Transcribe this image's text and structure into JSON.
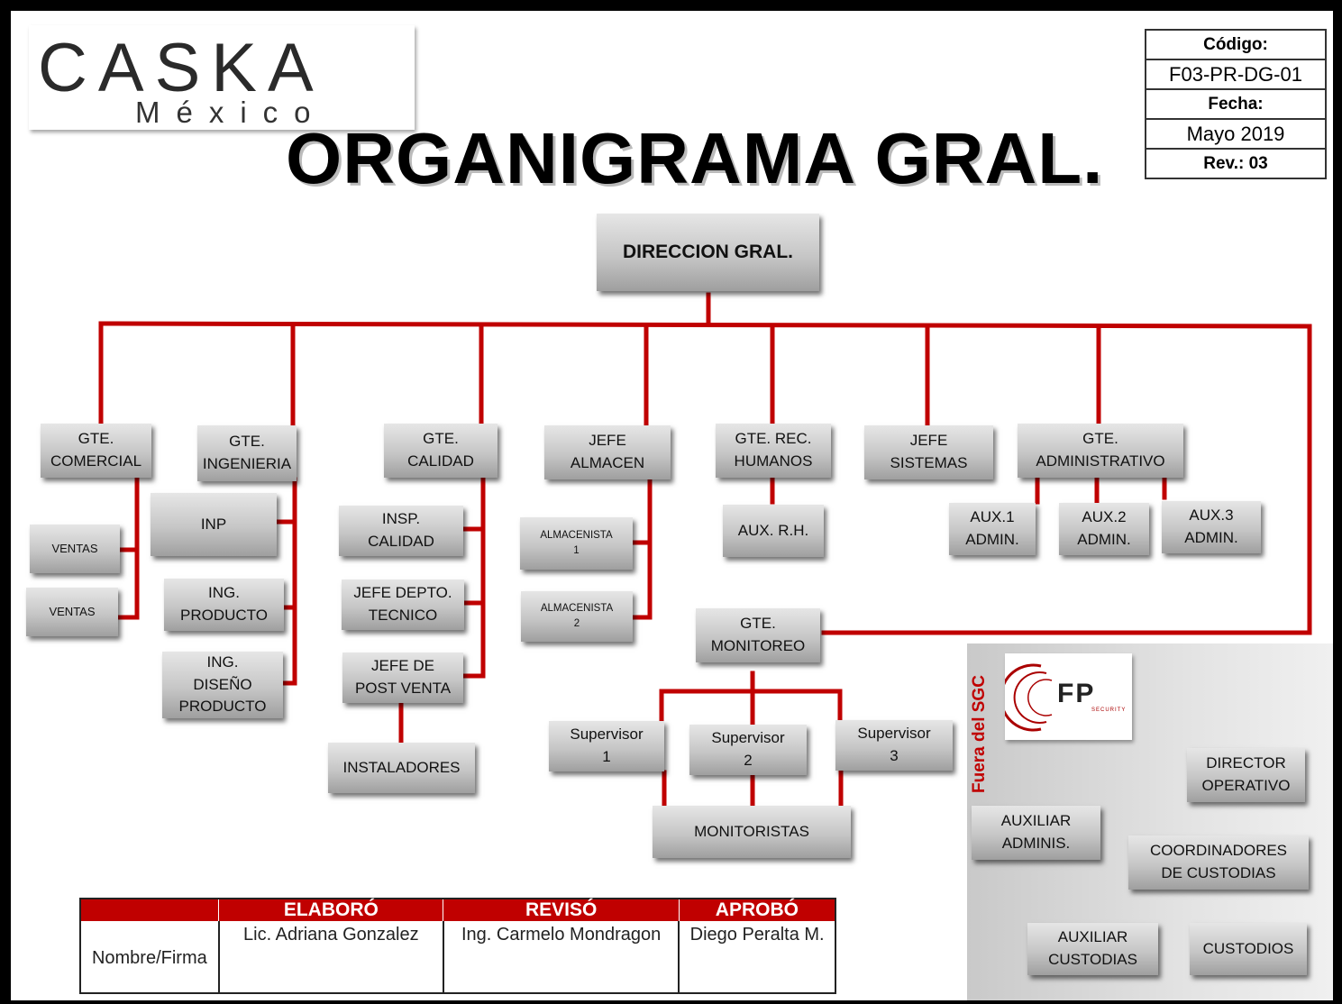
{
  "logo": {
    "word": "CASKA",
    "sub": "México"
  },
  "title": "ORGANIGRAMA GRAL.",
  "doc_info": {
    "codigo_label": "Código:",
    "codigo": "F03-PR-DG-01",
    "fecha_label": "Fecha:",
    "fecha": "Mayo 2019",
    "rev": "Rev.: 03"
  },
  "nodes": {
    "direccion": "DIRECCION GRAL.",
    "gte_comercial": "GTE.\nCOMERCIAL",
    "ventas_1": "VENTAS",
    "ventas_2": "VENTAS",
    "gte_ingenieria": "GTE.\nINGENIERIA",
    "inp": "INP",
    "ing_producto": "ING.\nPRODUCTO",
    "ing_diseno": "ING.\nDISEÑO\nPRODUCTO",
    "gte_calidad": "GTE.\nCALIDAD",
    "insp_calidad": "INSP.\nCALIDAD",
    "jefe_depto": "JEFE DEPTO.\nTECNICO",
    "jefe_postventa": "JEFE DE\nPOST VENTA",
    "instaladores": "INSTALADORES",
    "jefe_almacen": "JEFE\nALMACEN",
    "almacenista_1": "ALMACENISTA\n1",
    "almacenista_2": "ALMACENISTA\n2",
    "gte_rh": "GTE. REC.\nHUMANOS",
    "aux_rh": "AUX. R.H.",
    "jefe_sistemas": "JEFE\nSISTEMAS",
    "gte_admin": "GTE.\nADMINISTRATIVO",
    "aux1_admin": "AUX.1\nADMIN.",
    "aux2_admin": "AUX.2\nADMIN.",
    "aux3_admin": "AUX.3\nADMIN.",
    "gte_monitoreo": "GTE.\nMONITOREO",
    "supervisor_1": "Supervisor\n1",
    "supervisor_2": "Supervisor\n2",
    "supervisor_3": "Supervisor\n3",
    "monitoristas": "MONITORISTAS",
    "director_operativo": "DIRECTOR\nOPERATIVO",
    "auxiliar_adminis": "AUXILIAR\nADMINIS.",
    "coordinadores": "COORDINADORES\nDE CUSTODIAS",
    "auxiliar_custodias": "AUXILIAR\nCUSTODIAS",
    "custodios": "CUSTODIOS"
  },
  "outside_sgc": {
    "label": "Fuera del SGC",
    "partner_logo": "FP",
    "partner_logo_sub": "SECURITY"
  },
  "signatures": {
    "headers": [
      "ELABORÓ",
      "REVISÓ",
      "APROBÓ"
    ],
    "row_label": "Nombre/Firma",
    "names": [
      "Lic. Adriana Gonzalez",
      "Ing. Carmelo Mondragon",
      "Diego Peralta M."
    ]
  },
  "colors": {
    "connector": "#c00000",
    "box_top": "#e6e6e6",
    "box_bottom": "#9f9f9f"
  }
}
